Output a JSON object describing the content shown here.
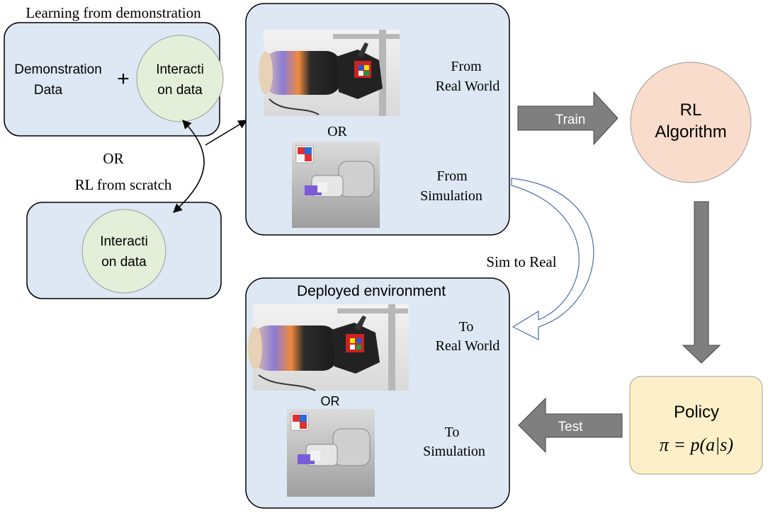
{
  "lfd": {
    "title": "Learning from demonstration",
    "demo_line1": "Demonstration",
    "demo_line2": "Data",
    "plus": "+",
    "interaction_line1": "Interacti",
    "interaction_line2": "on data"
  },
  "or_between": "OR",
  "scratch": {
    "title": "RL from scratch",
    "interaction_line1": "Interacti",
    "interaction_line2": "on data"
  },
  "source": {
    "real_line1": "From",
    "real_line2": "Real World",
    "or": "OR",
    "sim_line1": "From",
    "sim_line2": "Simulation"
  },
  "train_label": "Train",
  "rl": {
    "line1": "RL",
    "line2": "Algorithm"
  },
  "sim_to_real": "Sim to Real",
  "deployed": {
    "title": "Deployed environment",
    "real_line1": "To",
    "real_line2": "Real World",
    "or": "OR",
    "sim_line1": "To",
    "sim_line2": "Simulation"
  },
  "test_label": "Test",
  "policy": {
    "title": "Policy",
    "formula": "π = p(a|s)"
  },
  "colors": {
    "box_fill": "#dde8f4",
    "circle_green": "#e3efd9",
    "circle_salmon": "#f9dccb",
    "policy_fill": "#fdf0c8",
    "arrow_gray": "#7f7f7f"
  }
}
